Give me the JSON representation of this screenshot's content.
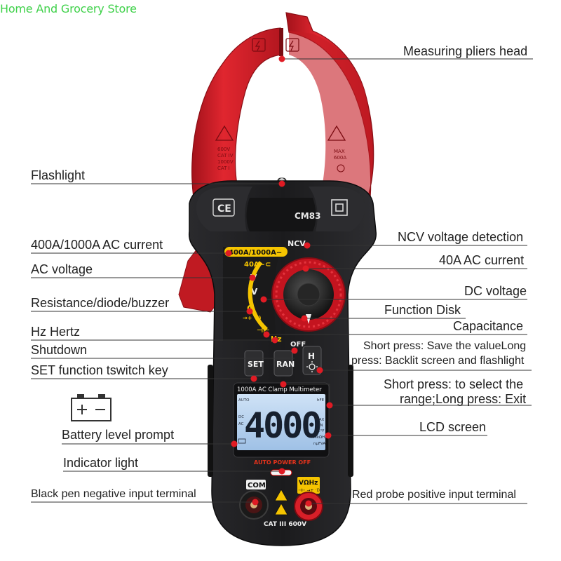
{
  "watermark": "Home And Grocery Store",
  "device": {
    "model": "CM83",
    "ce": "CE",
    "jaw_left_warning": [
      "600V",
      "CAT IV",
      "1000V",
      "CAT I"
    ],
    "jaw_right_warning": [
      "MAX",
      "600A"
    ],
    "dial_labels": {
      "ncv": "NCV",
      "amp_1000": "400A/1000A~",
      "amp_40": "40A~⊂",
      "v_ac": "V",
      "v_dc": "V",
      "ohm": "Ω",
      "diode": "→+ ·))",
      "cap": "⊣⊢",
      "hz": "Hz",
      "off": "OFF"
    },
    "buttons": {
      "set": "SET",
      "ran": "RAN",
      "hold": "H"
    },
    "lcd_title": "1000A AC Clamp Multimeter",
    "lcd_reading": "4000",
    "lcd_left": [
      "AUTO",
      "DC",
      "AC"
    ],
    "lcd_right": [
      "hFE",
      "MAX",
      "MIN",
      "°C°F",
      "MkΩHz",
      "nμFVA"
    ],
    "auto_power_off": "AUTO POWER OFF",
    "com_label": "COM",
    "red_terminal_label": "VΩHz",
    "red_terminal_sub": "⊣⊢ →+ ·))",
    "cat_rating": "CAT III 600V"
  },
  "callouts_left": [
    "Flashlight",
    "400A/1000A  AC current",
    "AC voltage",
    "Resistance/diode/buzzer",
    "Hz Hertz",
    "Shutdown",
    "SET function tswitch key",
    "Battery level prompt",
    "Indicator light",
    "Black pen negative input terminal"
  ],
  "callouts_right": [
    "Measuring pliers head",
    "NCV voltage detection",
    "40A AC current",
    "DC voltage",
    "Function Disk",
    "Capacitance",
    "Short press: Save the valueLong",
    "press: Backlit screen and flashlight",
    "Short press: to select the",
    "range;Long press: Exit",
    "LCD screen",
    "Red probe positive input terminal"
  ],
  "battery_icon": "battery-icon",
  "colors": {
    "jaw_red": "#d2202b",
    "body_black": "#1d1d1f",
    "dial_red": "#c4141f",
    "accent_yellow": "#f5c400",
    "lcd_blue": "#b9d4f0",
    "dot_red": "#e01b24",
    "watermark_green": "#3fd14a"
  }
}
